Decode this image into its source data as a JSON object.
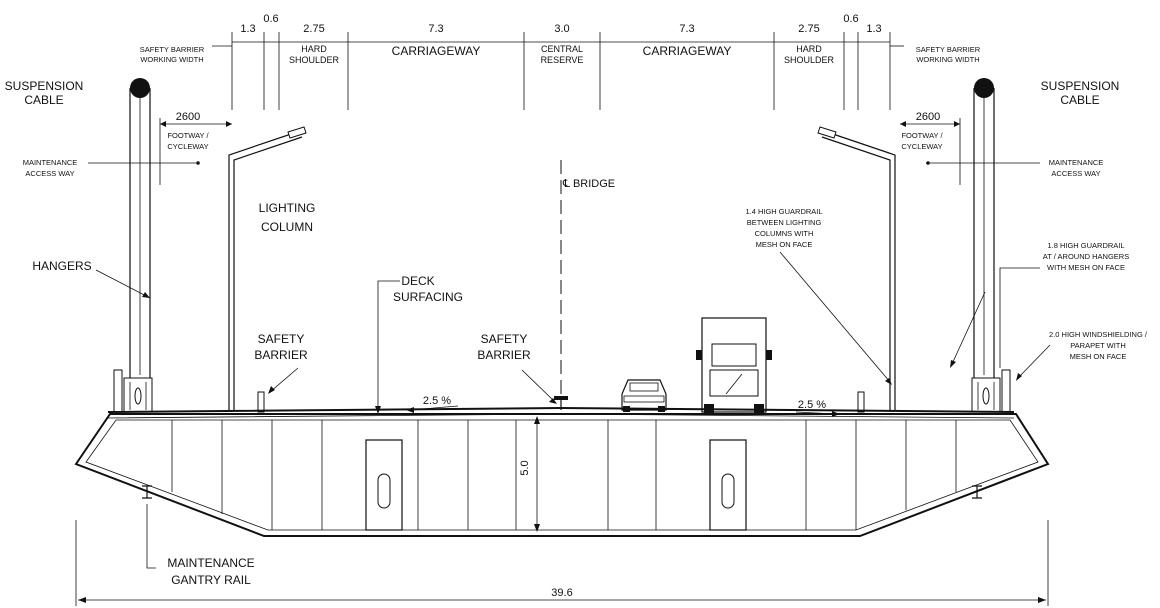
{
  "dimensions": {
    "top": [
      "1.3",
      "0.6",
      "2.75",
      "7.3",
      "3.0",
      "7.3",
      "2.75",
      "0.6",
      "1.3"
    ],
    "footway_left": "2600",
    "footway_right": "2600",
    "depth": "5.0",
    "overall": "39.6"
  },
  "lanes": {
    "carriageway_left": "CARRIAGEWAY",
    "carriageway_right": "CARRIAGEWAY",
    "central_reserve": [
      "CENTRAL",
      "RESERVE"
    ],
    "hard_shoulder_left": [
      "HARD",
      "SHOULDER"
    ],
    "hard_shoulder_right": [
      "HARD",
      "SHOULDER"
    ]
  },
  "labels": {
    "barrier_width_left": [
      "SAFETY BARRIER",
      "WORKING WIDTH"
    ],
    "barrier_width_right": [
      "SAFETY BARRIER",
      "WORKING WIDTH"
    ],
    "suspension_cable_left": [
      "SUSPENSION",
      "CABLE"
    ],
    "suspension_cable_right": [
      "SUSPENSION",
      "CABLE"
    ],
    "footway_left": [
      "FOOTWAY /",
      "CYCLEWAY"
    ],
    "footway_right": [
      "FOOTWAY /",
      "CYCLEWAY"
    ],
    "maintenance_access_left": [
      "MAINTENANCE",
      "ACCESS WAY"
    ],
    "maintenance_access_right": [
      "MAINTENANCE",
      "ACCESS WAY"
    ],
    "centreline": "℄ BRIDGE",
    "lighting_column": [
      "LIGHTING",
      "COLUMN"
    ],
    "hangers": "HANGERS",
    "deck_surfacing": [
      "DECK",
      "SURFACING"
    ],
    "safety_barrier_left": [
      "SAFETY",
      "BARRIER"
    ],
    "safety_barrier_centre": [
      "SAFETY",
      "BARRIER"
    ],
    "guardrail_14": [
      "1.4 HIGH GUARDRAIL",
      "BETWEEN LIGHTING",
      "COLUMNS WITH",
      "MESH ON FACE"
    ],
    "guardrail_18": [
      "1.8 HIGH GUARDRAIL",
      "AT / AROUND HANGERS",
      "WITH MESH ON FACE"
    ],
    "windshielding": [
      "2.0 HIGH WINDSHIELDING /",
      "PARAPET WITH",
      "MESH ON FACE"
    ],
    "gradient_left": "2.5 %",
    "gradient_right": "2.5 %",
    "gantry_rail": [
      "MAINTENANCE",
      "GANTRY RAIL"
    ]
  }
}
